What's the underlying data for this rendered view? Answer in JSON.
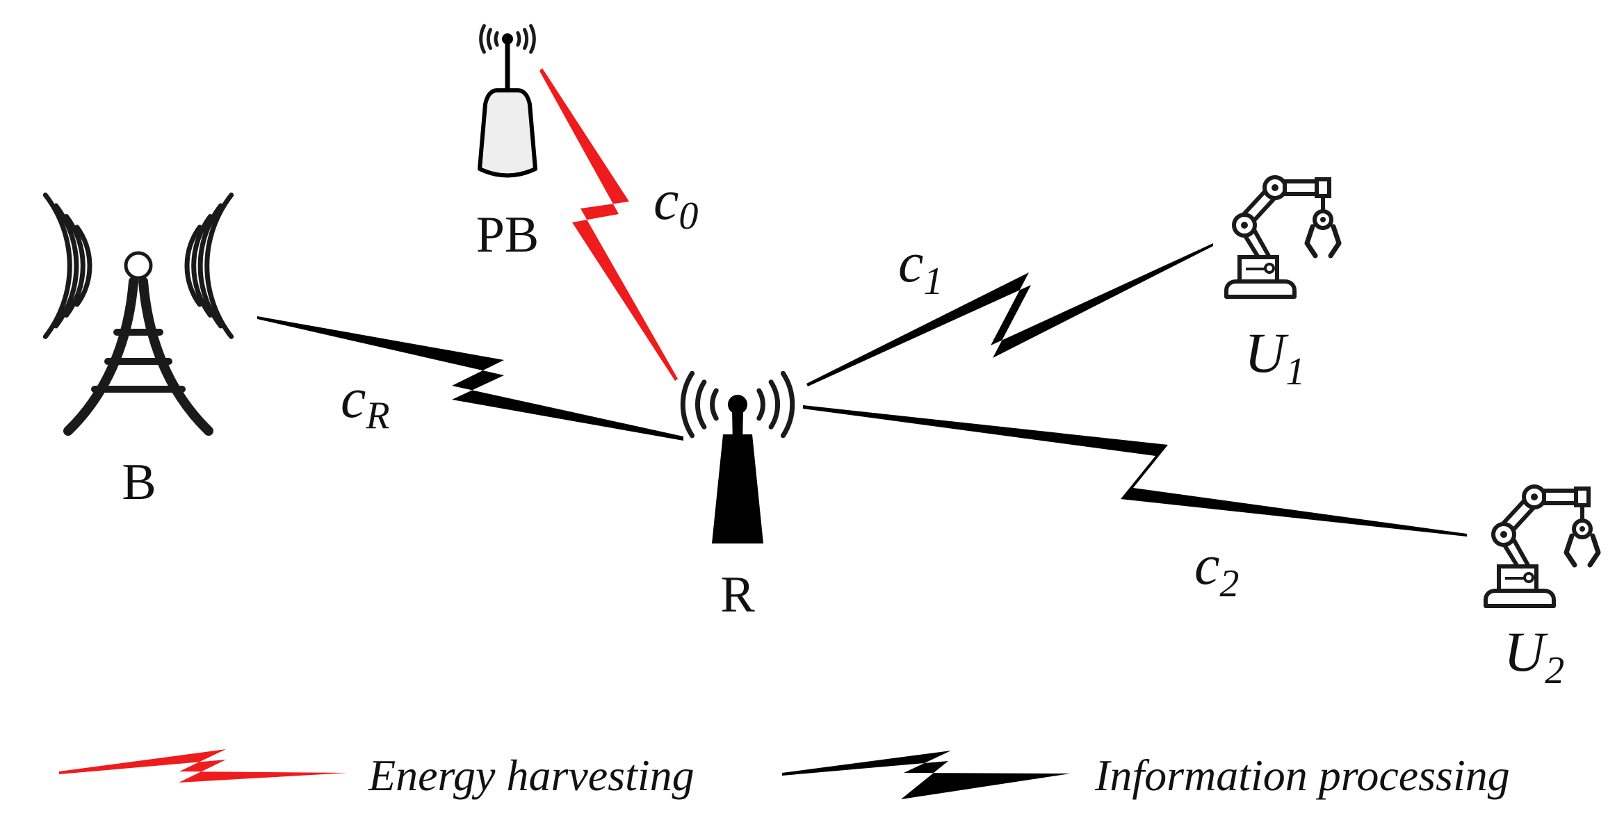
{
  "nodes": {
    "base_station": {
      "label": "B"
    },
    "power_beacon": {
      "label": "PB"
    },
    "relay": {
      "label": "R"
    },
    "user1": {
      "label": "U",
      "sub": "1"
    },
    "user2": {
      "label": "U",
      "sub": "2"
    }
  },
  "links": {
    "c0": {
      "symbol": "c",
      "sub": "0",
      "kind": "energy"
    },
    "cR": {
      "symbol": "c",
      "sub": "R",
      "kind": "information"
    },
    "c1": {
      "symbol": "c",
      "sub": "1",
      "kind": "information"
    },
    "c2": {
      "symbol": "c",
      "sub": "2",
      "kind": "information"
    }
  },
  "legend": {
    "energy": {
      "label": "Energy harvesting",
      "color": "#ee1c1c"
    },
    "information": {
      "label": "Information processing",
      "color": "#000000"
    }
  }
}
